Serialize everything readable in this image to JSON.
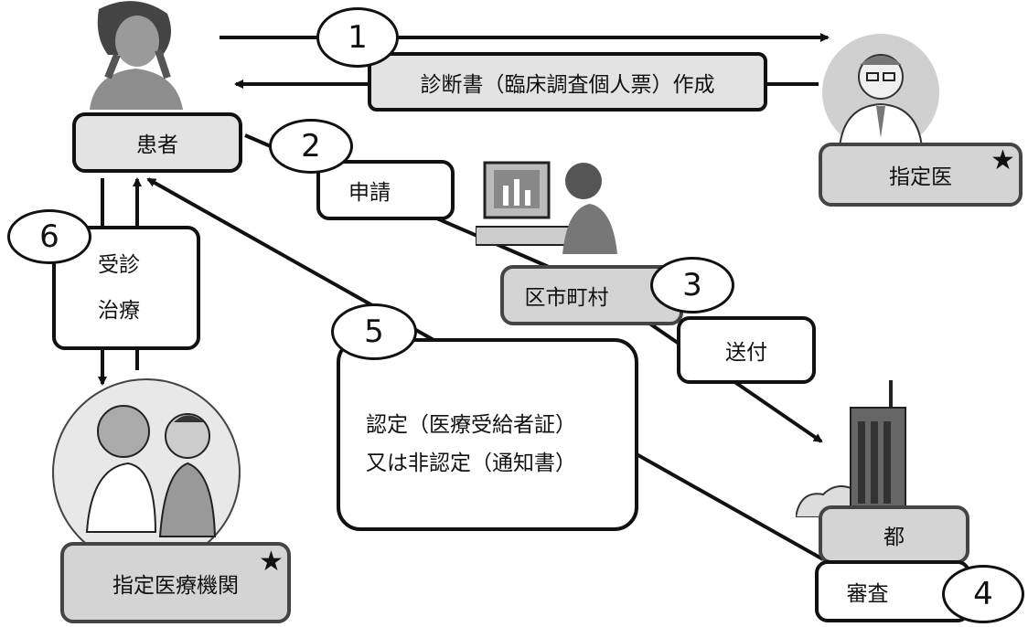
{
  "nodes": {
    "patient": "患者",
    "doctor": "指定医",
    "ward": "区市町村",
    "metro": "都",
    "institution": "指定医療機関"
  },
  "steps": {
    "s1": {
      "num": "1",
      "label": "診断書（臨床調査個人票）作成"
    },
    "s2": {
      "num": "2",
      "label": "申請"
    },
    "s3": {
      "num": "3",
      "label": "送付"
    },
    "s4": {
      "num": "4",
      "label": "審査"
    },
    "s5": {
      "num": "5",
      "line1": "認定（医療受給者証）",
      "line2": "又は非認定（通知書）"
    },
    "s6": {
      "num": "6",
      "line1": "受診",
      "line2": "治療"
    }
  },
  "marks": {
    "star": "★"
  },
  "colors": {
    "line": "#111111",
    "box_fill": "#e3e3e3",
    "box_fill_dark": "#d4d4d4"
  }
}
